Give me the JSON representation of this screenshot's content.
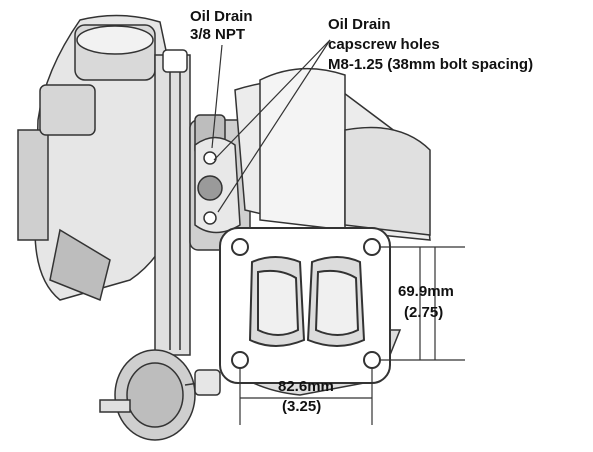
{
  "labels": {
    "oil_drain_title": "Oil Drain",
    "oil_drain_thread": "3/8 NPT",
    "capscrew_title": "Oil Drain",
    "capscrew_line2": "capscrew holes",
    "capscrew_thread": "M8-1.25",
    "capscrew_spacing": "(38mm bolt spacing)",
    "vertical_dim_mm": "69.9mm",
    "vertical_dim_in": "(2.75)",
    "horizontal_dim_mm": "82.6mm",
    "horizontal_dim_in": "(3.25)"
  },
  "colors": {
    "line": "#333333",
    "fill_light": "#e6e6e6",
    "fill_mid": "#cfcfcf",
    "fill_dark": "#9a9a9a",
    "text": "#111111"
  }
}
